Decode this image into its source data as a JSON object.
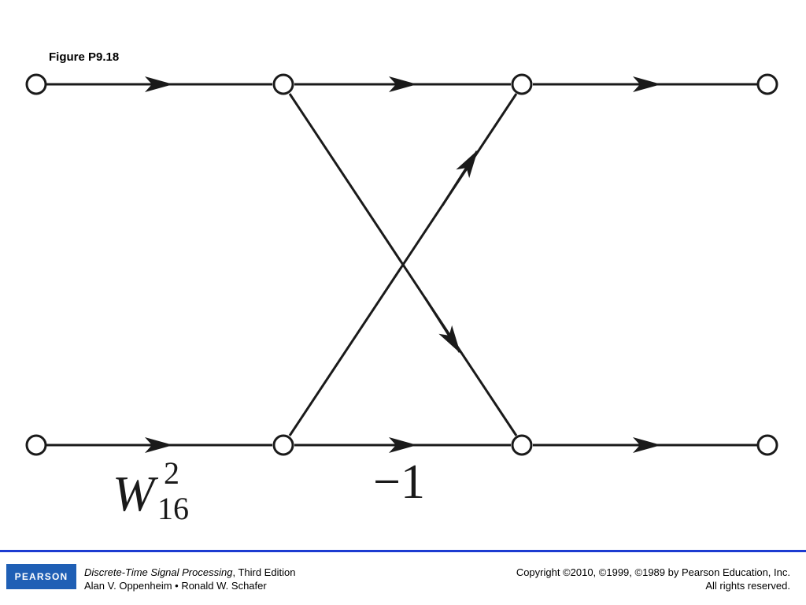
{
  "figure": {
    "label": "Figure P9.18",
    "branch_labels": {
      "twiddle_base": "W",
      "twiddle_exponent": "2",
      "twiddle_subscript": "16",
      "negative_one": "−1"
    }
  },
  "footer": {
    "logo_text": "PEARSON",
    "book_title": "Discrete-Time Signal Processing",
    "book_edition": ", Third Edition",
    "authors": "Alan V. Oppenheim • Ronald W. Schafer",
    "copyright_line": "Copyright ©2010, ©1999, ©1989 by Pearson Education, Inc.",
    "rights_line": "All rights reserved."
  },
  "colors": {
    "footer_rule": "#1c3bd1",
    "logo_background": "#1f5fb5",
    "diagram_stroke": "#1a1a1a"
  }
}
